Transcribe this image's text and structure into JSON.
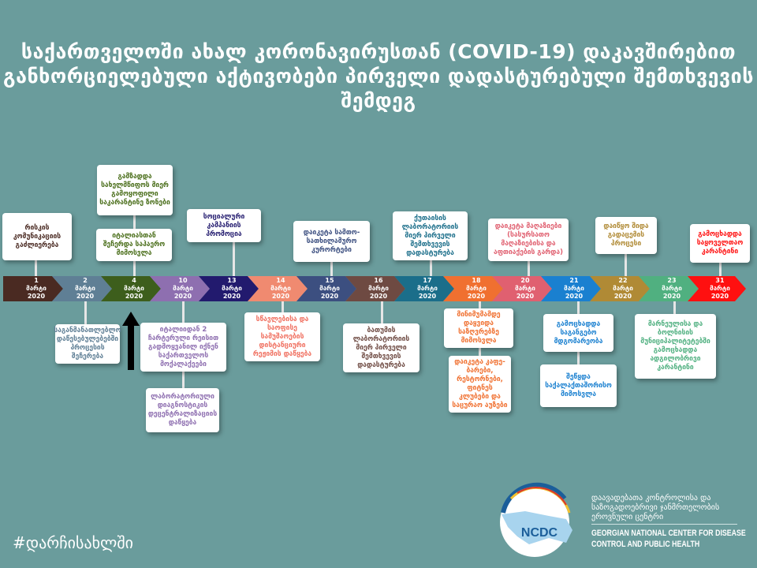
{
  "title": "საქართველოში ახალ კორონავირუსთან (COVID-19) დაკავშირებით განხორციელებული აქტივობები პირველი დადასტურებული შემთხვევის შემდეგ",
  "segments": [
    {
      "day": "1",
      "month": "მარტი",
      "year": "2020",
      "color": "#4a2a22"
    },
    {
      "day": "2",
      "month": "მარტი",
      "year": "2020",
      "color": "#5f7f95"
    },
    {
      "day": "4",
      "month": "მარტი",
      "year": "2020",
      "color": "#3d5e1c"
    },
    {
      "day": "10",
      "month": "მარტი",
      "year": "2020",
      "color": "#8e6fb0"
    },
    {
      "day": "13",
      "month": "მარტი",
      "year": "2020",
      "color": "#221a6e"
    },
    {
      "day": "14",
      "month": "მარტი",
      "year": "2020",
      "color": "#f08a70"
    },
    {
      "day": "15",
      "month": "მარტი",
      "year": "2020",
      "color": "#3c4f80"
    },
    {
      "day": "16",
      "month": "მარტი",
      "year": "2020",
      "color": "#6e4a42"
    },
    {
      "day": "17",
      "month": "მარტი",
      "year": "2020",
      "color": "#1b6e8a"
    },
    {
      "day": "18",
      "month": "მარტი",
      "year": "2020",
      "color": "#f07030"
    },
    {
      "day": "20",
      "month": "მარტი",
      "year": "2020",
      "color": "#e06070"
    },
    {
      "day": "21",
      "month": "მარტი",
      "year": "2020",
      "color": "#1a80d0"
    },
    {
      "day": "22",
      "month": "მარტი",
      "year": "2020",
      "color": "#b08a35"
    },
    {
      "day": "23",
      "month": "მარტი",
      "year": "2020",
      "color": "#50b080"
    },
    {
      "day": "31",
      "month": "მარტი",
      "year": "2020",
      "color": "#ff1010"
    }
  ],
  "events": {
    "e1": "რისკის კომუნიკაციის გაძლიერება",
    "e2": "საგანმანათლებლო დაწესებულებებში პროცესის შეჩერება",
    "e4a": "გამზადდა სახელმწიფოს მიერ გამოყოფილი საკარანტინე ზონები",
    "e4b": "იტალიასთან შეჩერდა საჰაერო მიმოსვლა",
    "e10a": "იტალიიდან 2 ჩარტერული რეისით გადმოყვანილ იქნენ საქართველოს მოქალაქეები",
    "e10b": "ლაბორატორიული დიაგნოსტიკის დეცენტრალიზაციის დაწყება",
    "e13": "სოციალური კამპანიის პრომოცია",
    "e14": "სწავლებისა და საოფისე სამუშაოების დისტანციური რეჟიმის დაწყება",
    "e15": "დაიკეტა სამთო-სათხილამურო კურორტები",
    "e16": "ბათუმის ლაბორატორიის მიერ პირველი შემთხვევის დადასტურება",
    "e17": "ქუთაისის ლაბორატორიის მიერ პირველი შემთხვევის დადასტურება",
    "e18a": "მინიმუმამდე დაყვიდა საზღვრებზე მიმოსვლა",
    "e18b": "დაიკეტა კაფე-ბარები, რესტორნები, ფიტნეს კლუბები და საცურაო აუზები",
    "e20": "დაიკეტა მაღაზიები (სასურსათო მაღაზიებისა და აფთიაქების გარდა)",
    "e21a": "გამოცხადდა საგანგებო მდგომარეობა",
    "e21b": "შეწყდა საქალაქთაშორისო მიმოსვლა",
    "e22": "დაიწყო შიდა გადაცემის პროცესი",
    "e23": "მარნეულისა და ბოლნისის მუნიციპალიტეტებში გამოცხადდა ადგილობრივი კარანტინი",
    "e31": "გამოცხადდა საყოველთაო კარანტინი"
  },
  "hashtag": "#დარჩისახლში",
  "logo": {
    "abbr": "NCDC",
    "ka": [
      "დაავადებათა კონტროლისა და",
      "საზოგადოებრივი ჯანმრთელობის",
      "ეროვნული ცენტრი"
    ],
    "en": [
      "GEORGIAN NATIONAL CENTER FOR DISEASE",
      "CONTROL AND PUBLIC HEALTH"
    ]
  }
}
